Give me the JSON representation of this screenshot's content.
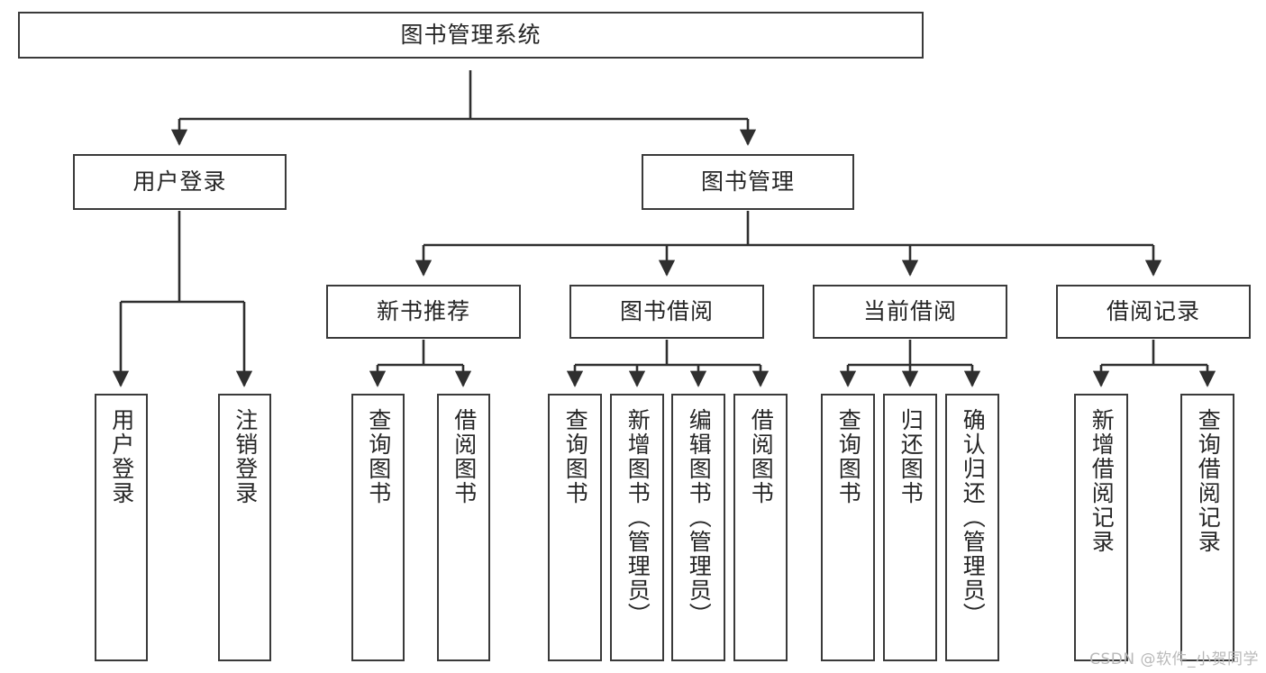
{
  "diagram": {
    "title": "图书管理系统",
    "type": "tree-hierarchy",
    "root": {
      "label": "图书管理系统"
    },
    "level2": [
      {
        "id": "user-login",
        "label": "用户登录"
      },
      {
        "id": "book-manage",
        "label": "图书管理"
      }
    ],
    "level3": [
      {
        "id": "new-book-recommend",
        "label": "新书推荐"
      },
      {
        "id": "book-borrow",
        "label": "图书借阅"
      },
      {
        "id": "current-borrow",
        "label": "当前借阅"
      },
      {
        "id": "borrow-record",
        "label": "借阅记录"
      }
    ],
    "leaves": {
      "user_login": [
        {
          "id": "leaf-user-login",
          "label": "用户登录"
        },
        {
          "id": "leaf-logout-login",
          "label": "注销登录"
        }
      ],
      "new_book_recommend": [
        {
          "id": "leaf-query-book-1",
          "label": "查询图书"
        },
        {
          "id": "leaf-borrow-book-1",
          "label": "借阅图书"
        }
      ],
      "book_borrow": [
        {
          "id": "leaf-query-book-2",
          "label": "查询图书"
        },
        {
          "id": "leaf-add-book",
          "label": "新增图书（管理员）"
        },
        {
          "id": "leaf-edit-book",
          "label": "编辑图书（管理员）"
        },
        {
          "id": "leaf-borrow-book-2",
          "label": "借阅图书"
        }
      ],
      "current_borrow": [
        {
          "id": "leaf-query-book-3",
          "label": "查询图书"
        },
        {
          "id": "leaf-return-book",
          "label": "归还图书"
        },
        {
          "id": "leaf-confirm-return",
          "label": "确认归还（管理员）"
        }
      ],
      "borrow_record": [
        {
          "id": "leaf-add-record",
          "label": "新增借阅记录"
        },
        {
          "id": "leaf-query-record",
          "label": "查询借阅记录"
        }
      ]
    }
  },
  "watermark": {
    "text": "CSDN @软件_小贺同学"
  },
  "colors": {
    "box_border": "#3a3a3a",
    "box_fill": "#ffffff",
    "connector": "#2f2f2f",
    "text": "#262626",
    "watermark": "#b9b9b9",
    "background": "#ffffff"
  }
}
